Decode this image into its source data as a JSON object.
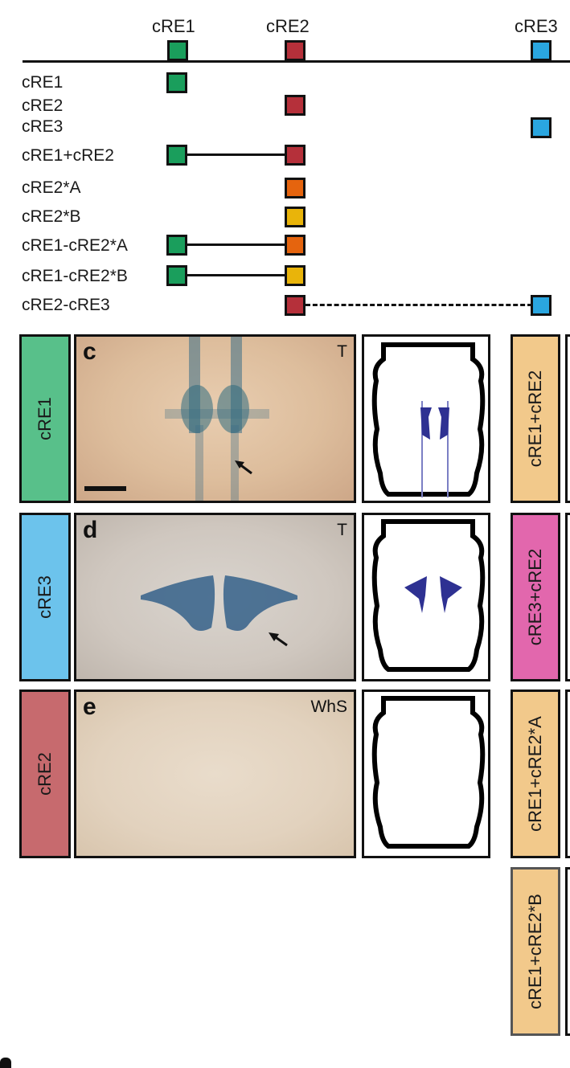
{
  "header": {
    "columns": [
      "cRE1",
      "cRE2",
      "cRE3"
    ]
  },
  "constructs": [
    {
      "label": "cRE1"
    },
    {
      "label": "cRE2"
    },
    {
      "label": "cRE3"
    },
    {
      "label": "cRE1+cRE2"
    },
    {
      "label": "cRE2*A"
    },
    {
      "label": "cRE2*B"
    },
    {
      "label": "cRE1-cRE2*A"
    },
    {
      "label": "cRE1-cRE2*B"
    },
    {
      "label": "cRE2-cRE3"
    }
  ],
  "colors": {
    "cRE1": "#1a9e5c",
    "cRE2": "#b5303a",
    "cRE3": "#2aa6e0",
    "cRE2_A": "#e5640e",
    "cRE2_B": "#e9b40a",
    "label_cRE1": "#58c08a",
    "label_cRE3": "#6cc3ec",
    "label_cRE2": "#c76a6e",
    "label_combo": "#f2c98b",
    "label_cRE3_cRE2": "#e267ad",
    "stain": "#2b4d8c",
    "schematic_fill": "#2e3192"
  },
  "panels": [
    {
      "side_label": "cRE1",
      "letter": "c",
      "tag": "T"
    },
    {
      "side_label": "cRE3",
      "letter": "d",
      "tag": "T"
    },
    {
      "side_label": "cRE2",
      "letter": "e",
      "tag": "WhS"
    }
  ],
  "right_labels": [
    "cRE1+cRE2",
    "cRE3+cRE2",
    "cRE1+cRE2*A",
    "cRE1+cRE2*B"
  ]
}
